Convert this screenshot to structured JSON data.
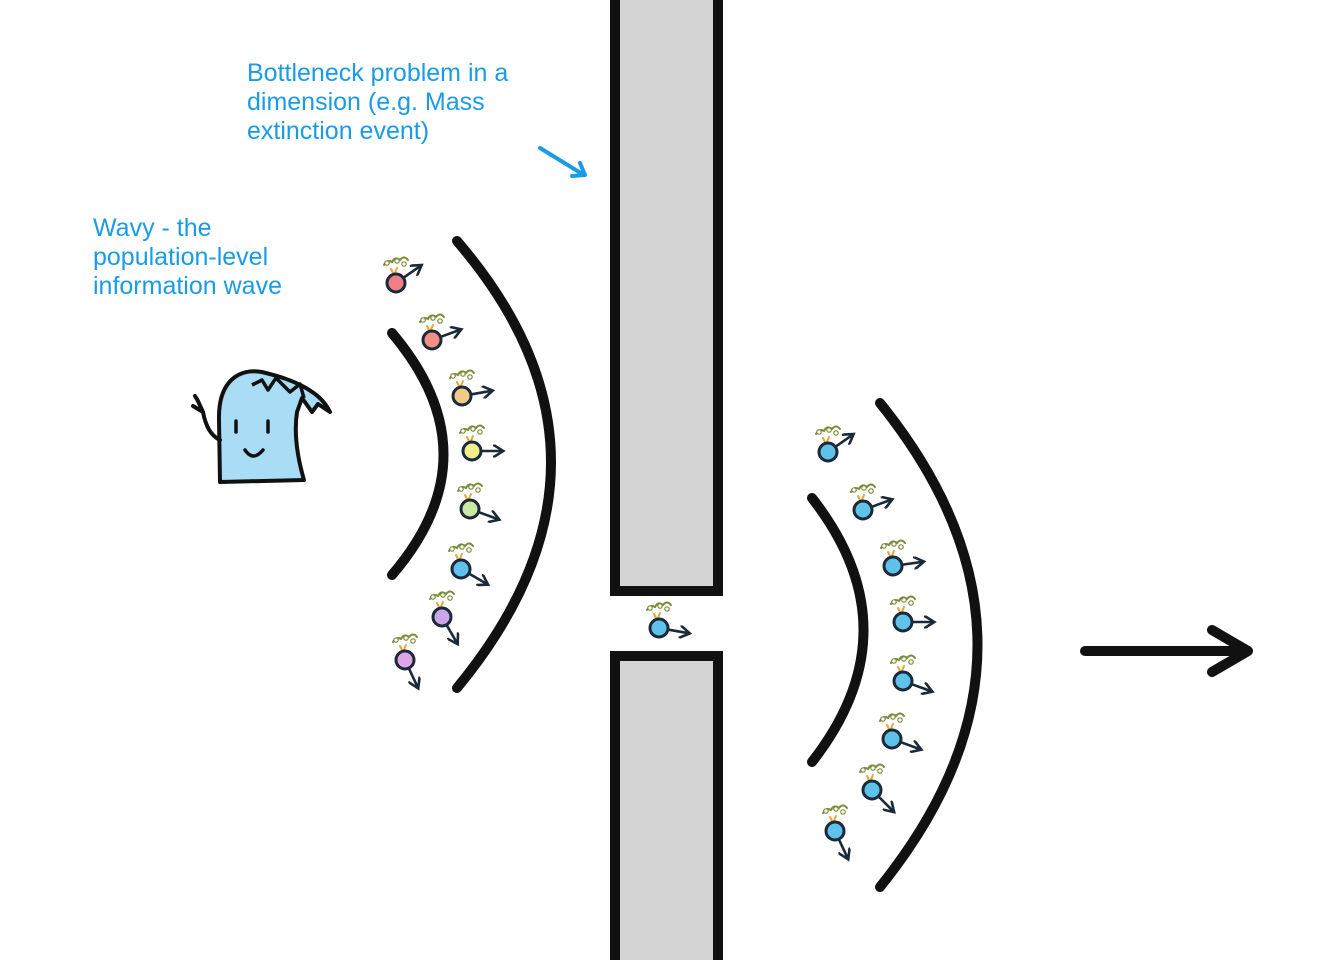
{
  "labels": {
    "bottleneck": [
      "Bottleneck problem in a",
      "dimension (e.g. Mass",
      "extinction event)"
    ],
    "wavy": [
      "Wavy - the",
      "population-level",
      "information wave"
    ]
  },
  "colors": {
    "text": "#1a9be6",
    "wall_fill": "#d4d4d4",
    "stroke": "#111111",
    "wave_character": "#a9dcf5",
    "particle_blue": "#5ec2ea",
    "before_particles": [
      "#f07f86",
      "#f28f86",
      "#f4cb86",
      "#f1ee8e",
      "#cbe9a0",
      "#5ec2ea",
      "#c9a6e6",
      "#dda6e6"
    ]
  },
  "icons": [
    "wave-character-icon",
    "particle-icon",
    "direction-arrow-icon"
  ]
}
